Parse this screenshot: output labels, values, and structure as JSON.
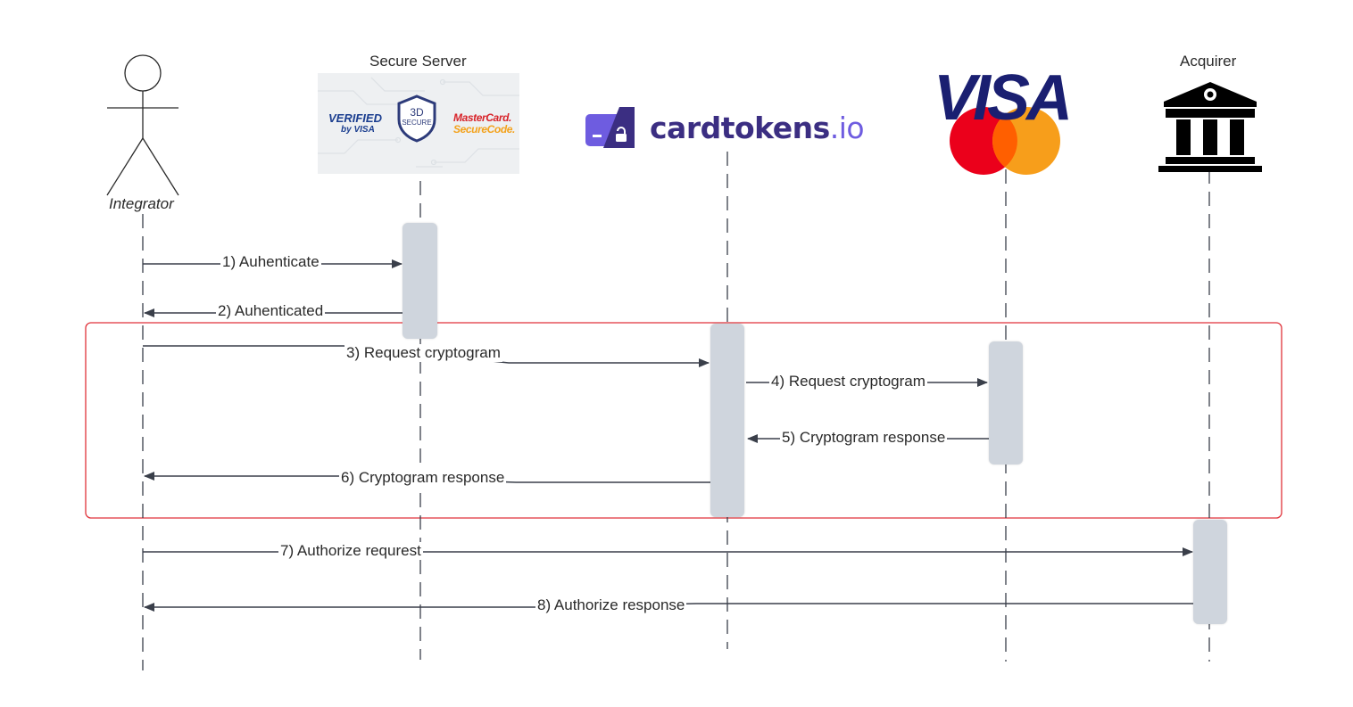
{
  "participants": {
    "integrator": "Integrator",
    "secure_server": "Secure Server",
    "cardtokens": {
      "word": "cardtokens",
      "suffix": ".io"
    },
    "card_networks": {
      "visa": "VISA"
    },
    "acquirer": "Acquirer"
  },
  "secure_badges": {
    "verified_line1": "VERIFIED",
    "verified_line2": "by VISA",
    "shield_line1": "3D",
    "shield_line2": "SECURE",
    "mastercard_line1": "MasterCard.",
    "mastercard_line2": "SecureCode."
  },
  "messages": [
    {
      "id": 1,
      "label": "1) Auhenticate"
    },
    {
      "id": 2,
      "label": "2) Auhenticated"
    },
    {
      "id": 3,
      "label": "3) Request cryptogram"
    },
    {
      "id": 4,
      "label": "4) Request cryptogram"
    },
    {
      "id": 5,
      "label": "5) Cryptogram response"
    },
    {
      "id": 6,
      "label": "6) Cryptogram response"
    },
    {
      "id": 7,
      "label": "7) Authorize requrest"
    },
    {
      "id": 8,
      "label": "8) Authorize response"
    }
  ],
  "colors": {
    "highlight_frame": "#e0323a",
    "activation": "#cfd5dd",
    "cardtokens_dark": "#3b2e82",
    "cardtokens_accent": "#6e5ce0",
    "visa_blue": "#1a1f71",
    "mastercard_red": "#eb001b",
    "mastercard_orange": "#f79e1b"
  }
}
